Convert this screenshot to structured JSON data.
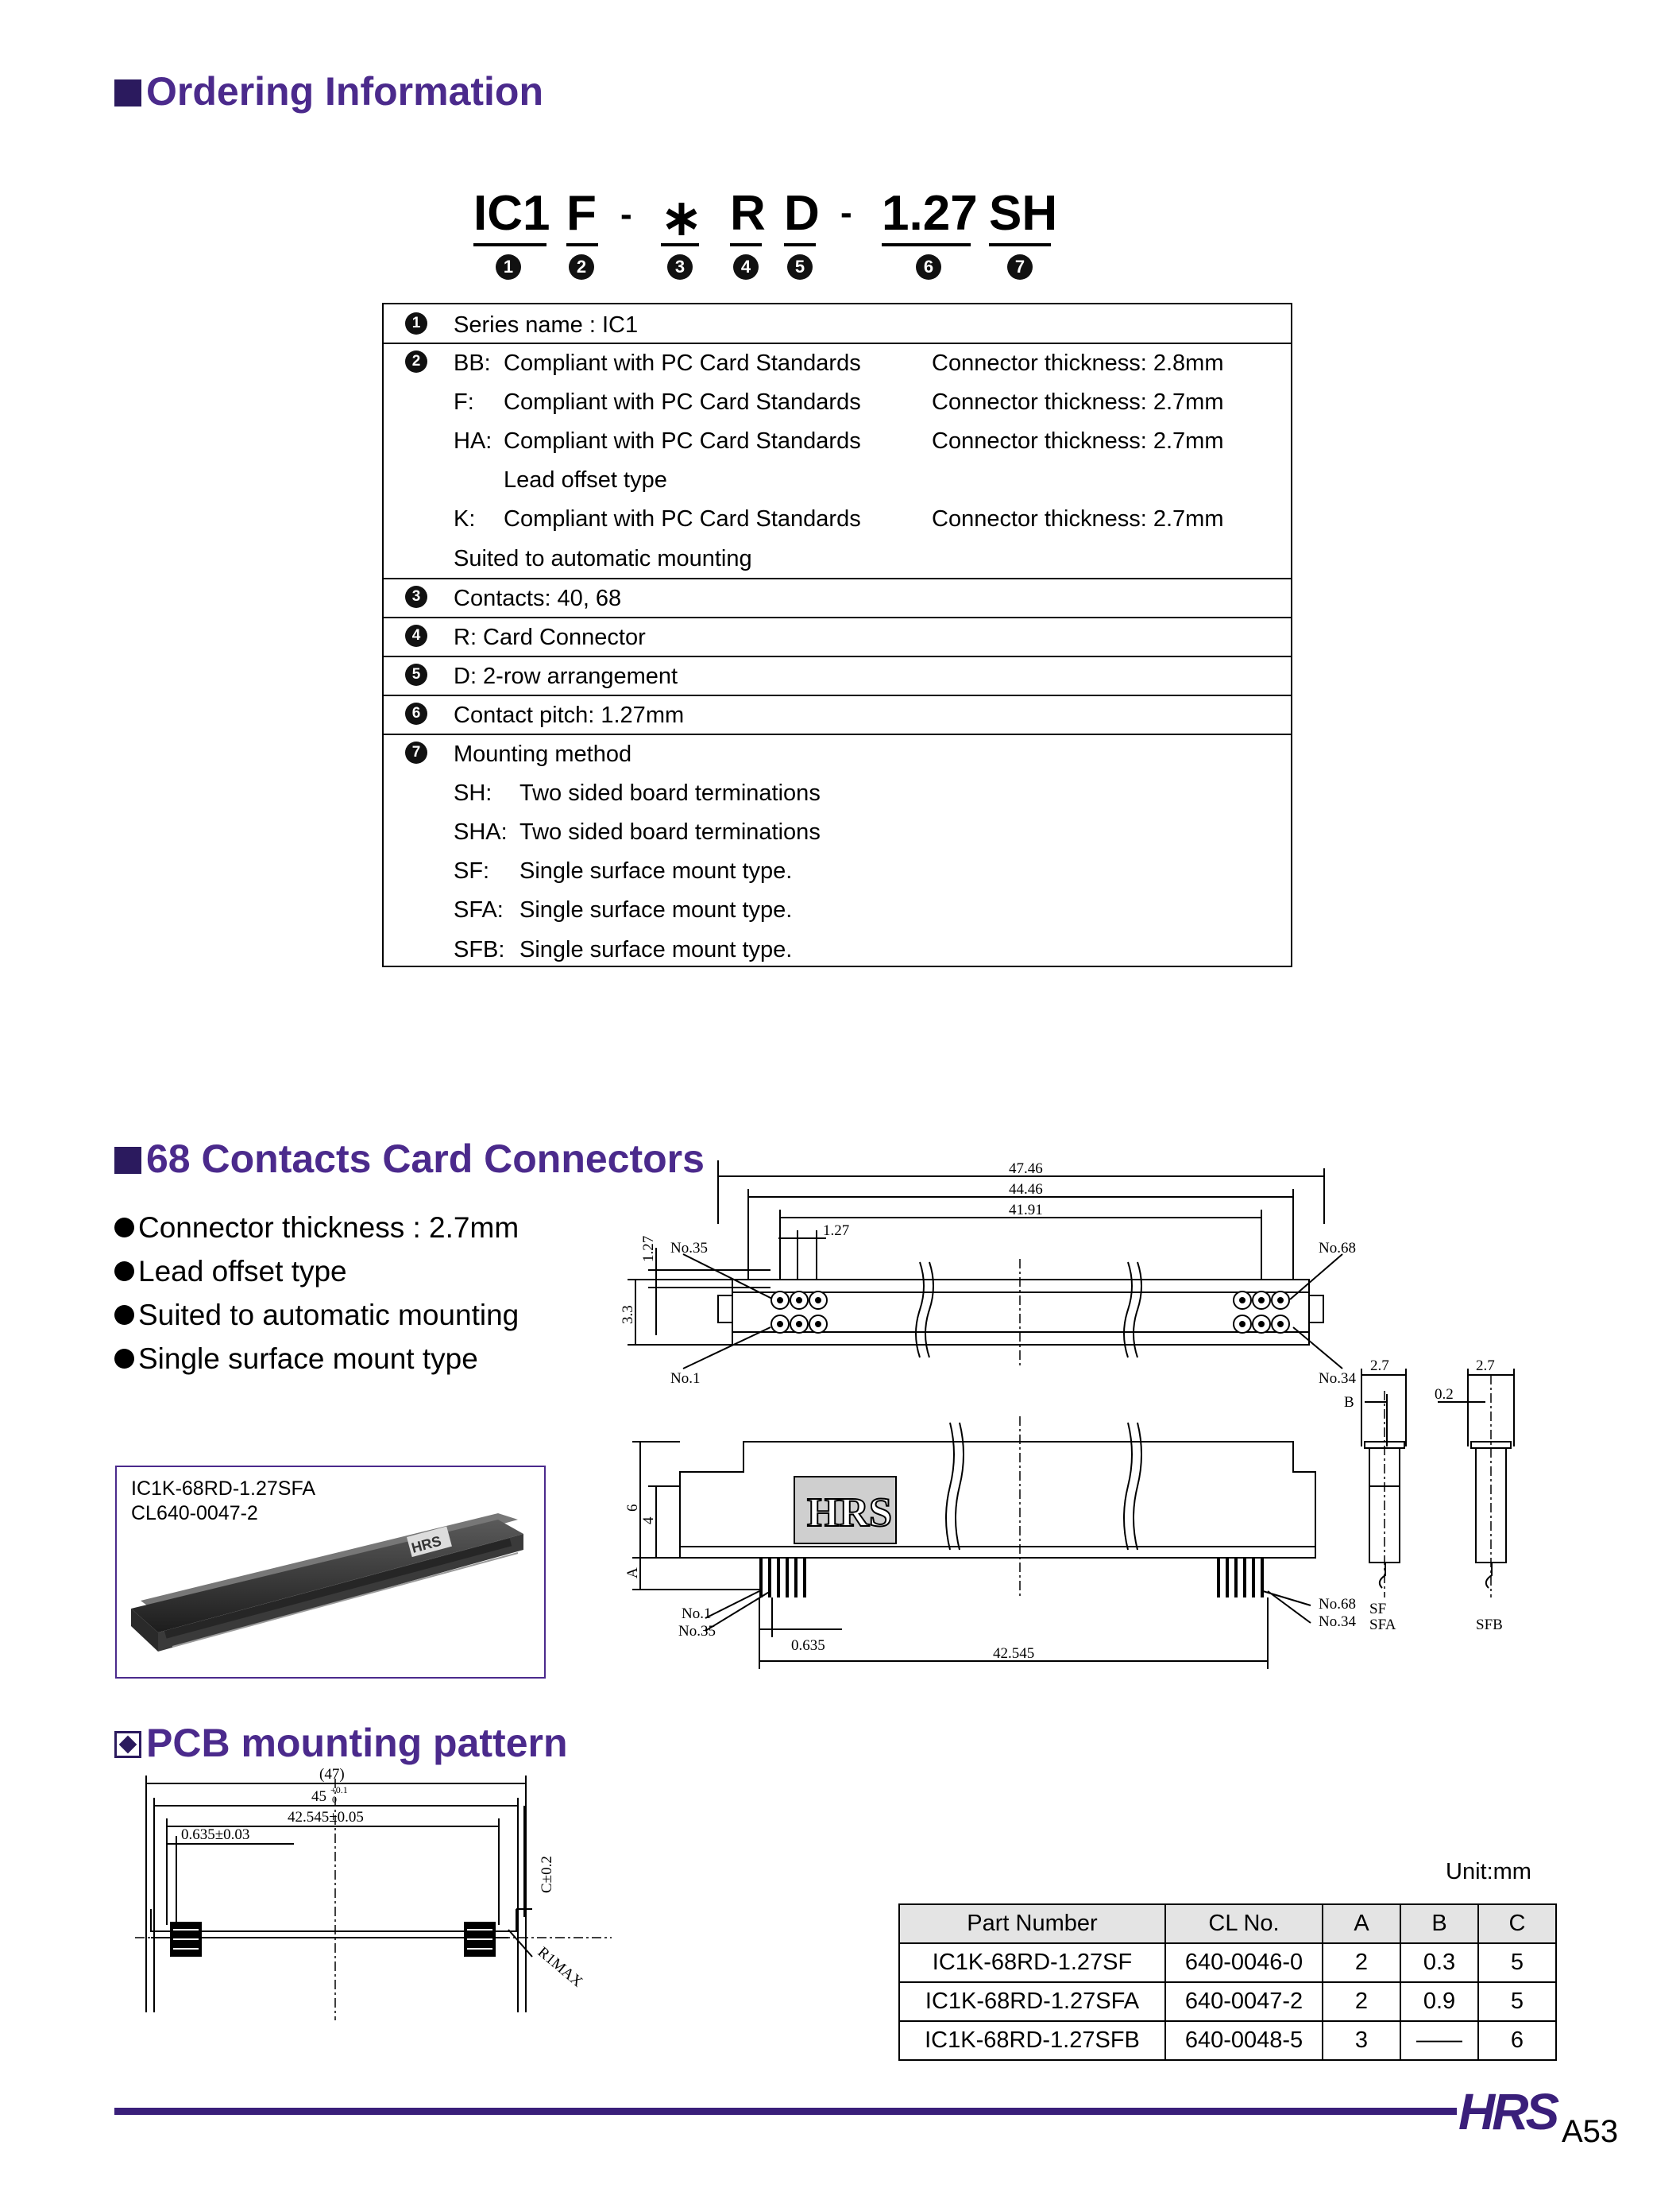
{
  "sections": {
    "ordering": "Ordering Information",
    "connectors": "68 Contacts Card Connectors",
    "pcb": "PCB mounting pattern"
  },
  "part_code": {
    "segments": [
      "IC1",
      "F",
      "-",
      "∗",
      "R",
      "D",
      "-",
      "1.27",
      "SH"
    ],
    "markers": [
      "1",
      "2",
      "3",
      "4",
      "5",
      "6",
      "7"
    ]
  },
  "ordering_table": {
    "r1": {
      "text": "Series name : IC1"
    },
    "r2": {
      "bb_code": "BB:",
      "bb_desc": "Compliant with PC Card Standards",
      "bb_thk": "Connector thickness: 2.8mm",
      "f_code": "F:",
      "f_desc": "Compliant with PC Card Standards",
      "f_thk": "Connector thickness: 2.7mm",
      "ha_code": "HA:",
      "ha_desc": "Compliant with PC Card Standards",
      "ha_thk": "Connector thickness: 2.7mm",
      "ha_note": "Lead offset type",
      "k_code": "K:",
      "k_desc": "Compliant with PC Card Standards",
      "k_thk": "Connector thickness: 2.7mm",
      "k_note": "Suited to automatic mounting"
    },
    "r3": {
      "text": "Contacts: 40, 68"
    },
    "r4": {
      "text": "R: Card Connector"
    },
    "r5": {
      "text": "D: 2-row arrangement"
    },
    "r6": {
      "text": "Contact pitch: 1.27mm"
    },
    "r7": {
      "text": "Mounting method",
      "items": [
        {
          "code": "SH:",
          "desc": "Two sided board terminations"
        },
        {
          "code": "SHA:",
          "desc": "Two sided board terminations"
        },
        {
          "code": "SF:",
          "desc": "Single surface mount type."
        },
        {
          "code": "SFA:",
          "desc": "Single surface mount type."
        },
        {
          "code": "SFB:",
          "desc": "Single surface mount type."
        }
      ]
    }
  },
  "features": [
    "Connector thickness : 2.7mm",
    "Lead offset type",
    "Suited to automatic mounting",
    "Single surface mount type"
  ],
  "photo": {
    "line1": "IC1K-68RD-1.27SFA",
    "line2": "CL640-0047-2",
    "logo": "HRS"
  },
  "drawing_top": {
    "d1": "47.46",
    "d2": "44.46",
    "d3": "41.91",
    "d4": "1.27",
    "d5": "1.27",
    "d6": "3.3",
    "no35": "No.35",
    "no68": "No.68",
    "no1": "No.1",
    "no34": "No.34"
  },
  "drawing_side": {
    "b": "B",
    "w1": "2.7",
    "w2": "2.7",
    "gap": "0.2",
    "sf": "SF",
    "sfa": "SFA",
    "sfb": "SFB"
  },
  "drawing_front": {
    "h6": "6",
    "h4": "4",
    "ha": "A",
    "no1": "No.1",
    "no35": "No.35",
    "no68": "No.68",
    "no34": "No.34",
    "d0635": "0.635",
    "d42545": "42.545",
    "logo": "HRS"
  },
  "drawing_pcb": {
    "d47": "(47)",
    "d45": "45",
    "d45tol": "+0.1",
    "d45tol2": "0",
    "d42": "42.545±0.05",
    "d0635": "0.635±0.03",
    "c": "C±0.2",
    "r1": "R1MAX"
  },
  "spec_table": {
    "unit": "Unit:mm",
    "headers": [
      "Part Number",
      "CL No.",
      "A",
      "B",
      "C"
    ],
    "rows": [
      [
        "IC1K-68RD-1.27SF",
        "640-0046-0",
        "2",
        "0.3",
        "5"
      ],
      [
        "IC1K-68RD-1.27SFA",
        "640-0047-2",
        "2",
        "0.9",
        "5"
      ],
      [
        "IC1K-68RD-1.27SFB",
        "640-0048-5",
        "3",
        "——",
        "6"
      ]
    ]
  },
  "footer": {
    "logo": "HRS",
    "page": "A53"
  },
  "colors": {
    "heading": "#4b2a8c",
    "bar": "#3a1f7a"
  }
}
